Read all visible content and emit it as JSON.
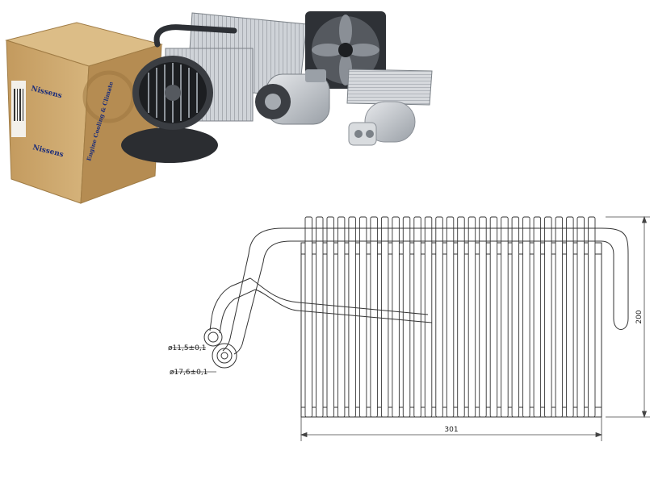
{
  "brand": {
    "logo_text": "Nissens",
    "slogan": "Engine Cooling & Climate"
  },
  "drawing": {
    "dimensions": {
      "width": "301",
      "height": "200",
      "pipe_small": "ø11,5±0,1",
      "pipe_large": "ø17,6±0,1"
    },
    "fin_count": 27
  },
  "colors": {
    "box_cardboard": "#c9a46a",
    "box_dark": "#a88048",
    "line": "#333333",
    "metal": "#b8bcc2",
    "brand_blue": "#1b2d7a"
  }
}
